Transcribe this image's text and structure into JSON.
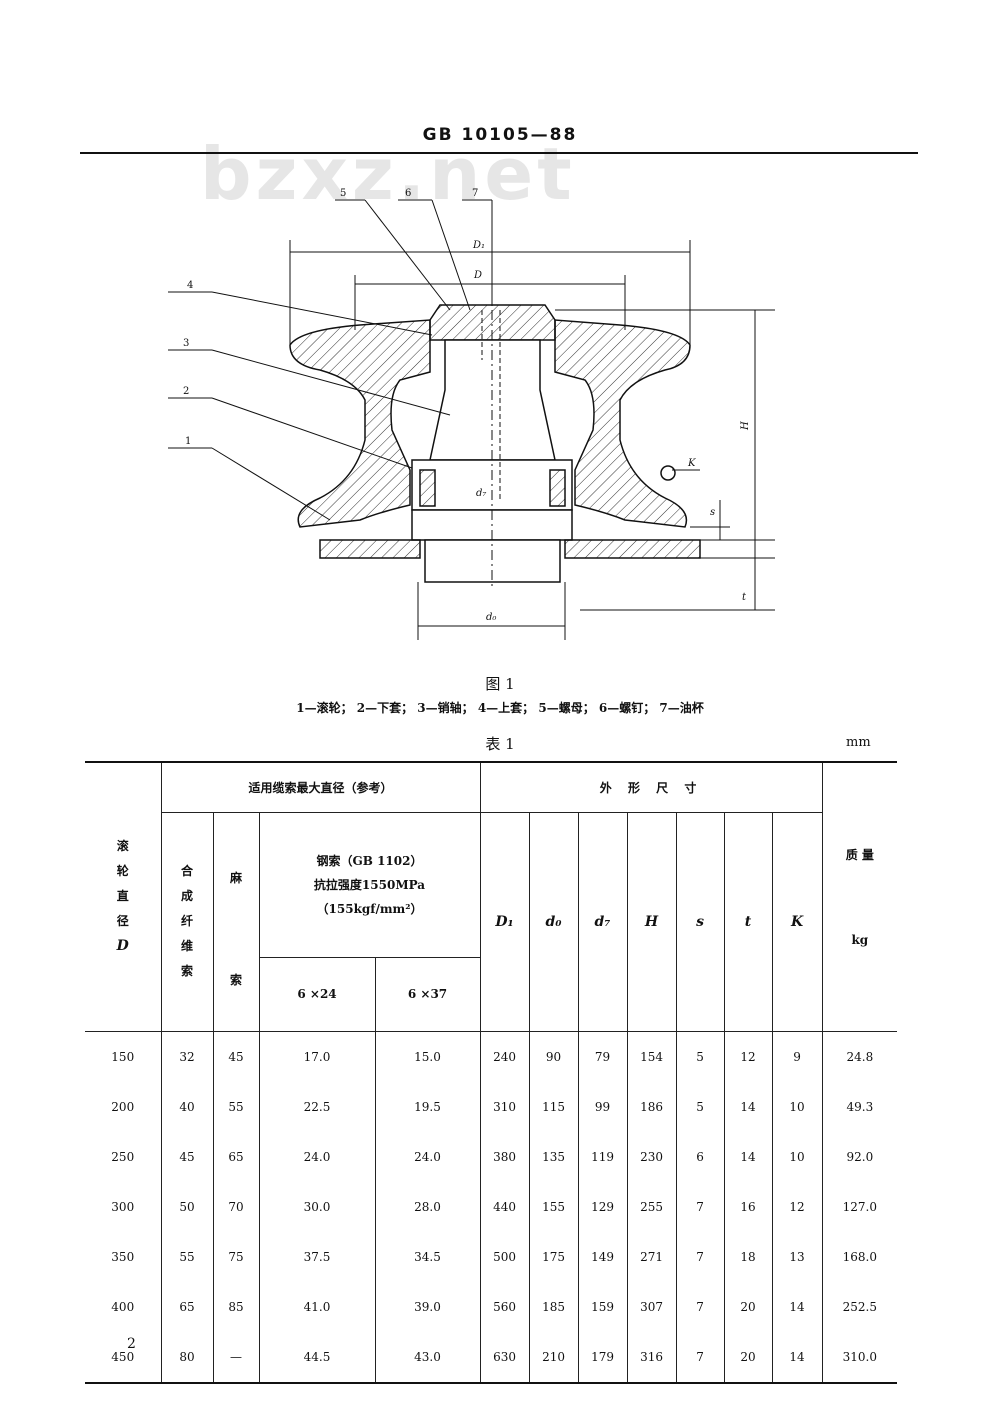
{
  "header": {
    "code": "GB 10105—88",
    "watermark": "bzxz.net"
  },
  "figure": {
    "part_labels": [
      "1",
      "2",
      "3",
      "4",
      "5",
      "6",
      "7"
    ],
    "dim_labels": {
      "D1": "D₁",
      "D": "D",
      "H": "H",
      "K": "K",
      "d7": "d₇",
      "d0": "d₀",
      "s": "s",
      "t": "t"
    },
    "title": "图 1",
    "caption": "1—滚轮； 2—下套； 3—销轴； 4—上套； 5—螺母； 6—螺钉； 7—油杯"
  },
  "table": {
    "title": "表 1",
    "unit": "mm",
    "headers": {
      "roller_diameter": "滚轮直径",
      "roller_diameter_symbol": "D",
      "applicable_rope": "适用缆索最大直径（参考）",
      "synthetic": "合成纤维索",
      "hemp": "麻索",
      "steel_line1": "钢索（GB 1102）",
      "steel_line2": "抗拉强度1550MPa",
      "steel_line3": "（155kgf/mm²）",
      "steel_6x24": "6 ×24",
      "steel_6x37": "6 ×37",
      "outline_dims": "外  形  尺  寸",
      "D1": "D₁",
      "d0": "d₀",
      "d7": "d₇",
      "H": "H",
      "s": "s",
      "t": "t",
      "K": "K",
      "mass": "质 量",
      "mass_unit": "kg"
    },
    "rows": [
      [
        "150",
        "32",
        "45",
        "17.0",
        "15.0",
        "240",
        "90",
        "79",
        "154",
        "5",
        "12",
        "9",
        "24.8"
      ],
      [
        "200",
        "40",
        "55",
        "22.5",
        "19.5",
        "310",
        "115",
        "99",
        "186",
        "5",
        "14",
        "10",
        "49.3"
      ],
      [
        "250",
        "45",
        "65",
        "24.0",
        "24.0",
        "380",
        "135",
        "119",
        "230",
        "6",
        "14",
        "10",
        "92.0"
      ],
      [
        "300",
        "50",
        "70",
        "30.0",
        "28.0",
        "440",
        "155",
        "129",
        "255",
        "7",
        "16",
        "12",
        "127.0"
      ],
      [
        "350",
        "55",
        "75",
        "37.5",
        "34.5",
        "500",
        "175",
        "149",
        "271",
        "7",
        "18",
        "13",
        "168.0"
      ],
      [
        "400",
        "65",
        "85",
        "41.0",
        "39.0",
        "560",
        "185",
        "159",
        "307",
        "7",
        "20",
        "14",
        "252.5"
      ],
      [
        "450",
        "80",
        "—",
        "44.5",
        "43.0",
        "630",
        "210",
        "179",
        "316",
        "7",
        "20",
        "14",
        "310.0"
      ]
    ]
  },
  "page_number": "2"
}
